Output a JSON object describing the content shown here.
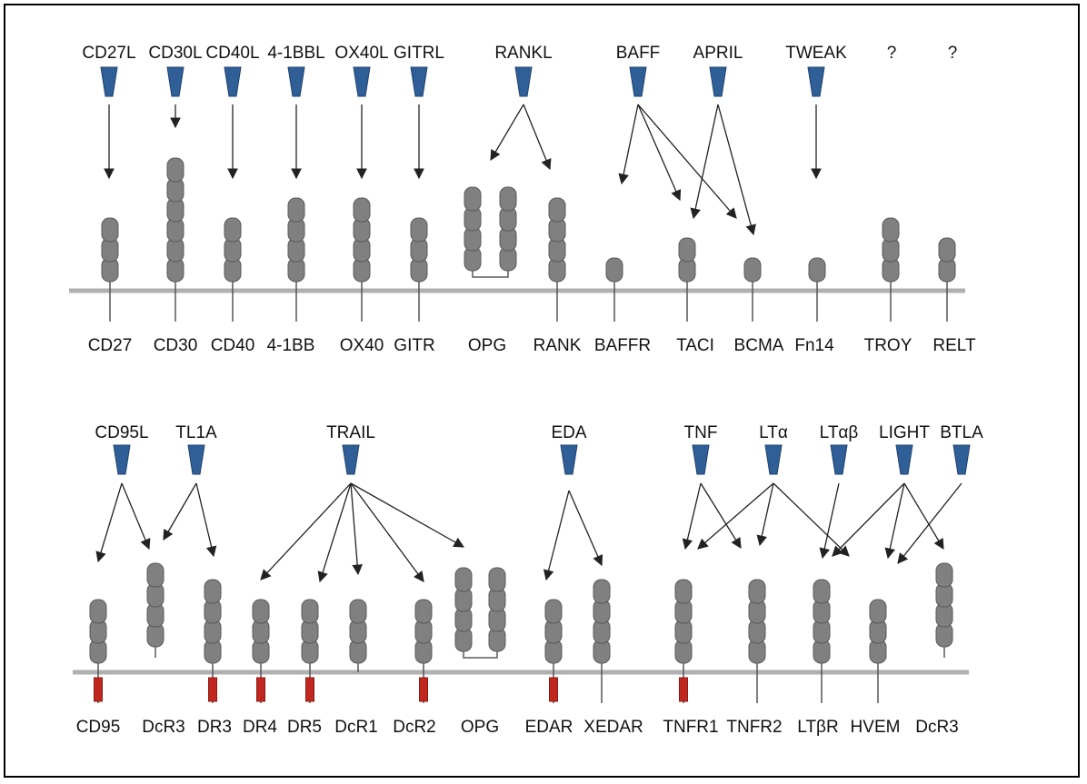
{
  "colors": {
    "ligand": "#2f5f96",
    "receptor": "#808080",
    "receptor_edge": "#5a5a5a",
    "death_domain": "#c0281f",
    "membrane": "#b0b0b0",
    "arrow": "#222222"
  },
  "panels": [
    {
      "id": "top",
      "ligands": [
        {
          "id": "cd27l",
          "label": "CD27L"
        },
        {
          "id": "cd30l",
          "label": "CD30L"
        },
        {
          "id": "cd40l",
          "label": "CD40L"
        },
        {
          "id": "4-1bbl",
          "label": "4-1BBL"
        },
        {
          "id": "ox40l",
          "label": "OX40L"
        },
        {
          "id": "gitrl",
          "label": "GITRL"
        },
        {
          "id": "rankl",
          "label": "RANKL"
        },
        {
          "id": "baff",
          "label": "BAFF"
        },
        {
          "id": "april",
          "label": "APRIL"
        },
        {
          "id": "tweak",
          "label": "TWEAK"
        },
        {
          "id": "unknown-1",
          "label": "?"
        },
        {
          "id": "unknown-2",
          "label": "?"
        }
      ],
      "receptors": [
        {
          "id": "cd27",
          "label": "CD27",
          "domains": 3,
          "death_domain": false
        },
        {
          "id": "cd30",
          "label": "CD30",
          "domains": 6,
          "death_domain": false
        },
        {
          "id": "cd40",
          "label": "CD40",
          "domains": 3,
          "death_domain": false
        },
        {
          "id": "4-1bb",
          "label": "4-1BB",
          "domains": 4,
          "death_domain": false
        },
        {
          "id": "ox40",
          "label": "OX40",
          "domains": 4,
          "death_domain": false
        },
        {
          "id": "gitr",
          "label": "GITR",
          "domains": 3,
          "death_domain": false
        },
        {
          "id": "opg",
          "label": "OPG",
          "domains": 4,
          "death_domain": false,
          "soluble_dimer": true
        },
        {
          "id": "rank",
          "label": "RANK",
          "domains": 4,
          "death_domain": false
        },
        {
          "id": "baffr",
          "label": "BAFFR",
          "domains": 1,
          "death_domain": false
        },
        {
          "id": "taci",
          "label": "TACI",
          "domains": 2,
          "death_domain": false
        },
        {
          "id": "bcma",
          "label": "BCMA",
          "domains": 1,
          "death_domain": false
        },
        {
          "id": "fn14",
          "label": "Fn14",
          "domains": 1,
          "death_domain": false
        },
        {
          "id": "troy",
          "label": "TROY",
          "domains": 3,
          "death_domain": false
        },
        {
          "id": "relt",
          "label": "RELT",
          "domains": 2,
          "death_domain": false
        }
      ]
    },
    {
      "id": "bottom",
      "ligands": [
        {
          "id": "cd95l",
          "label": "CD95L"
        },
        {
          "id": "tl1a",
          "label": "TL1A"
        },
        {
          "id": "trail",
          "label": "TRAIL"
        },
        {
          "id": "eda",
          "label": "EDA"
        },
        {
          "id": "tnf",
          "label": "TNF"
        },
        {
          "id": "lta",
          "label": "LTα"
        },
        {
          "id": "ltab",
          "label": "LTαβ"
        },
        {
          "id": "light",
          "label": "LIGHT"
        },
        {
          "id": "btla",
          "label": "BTLA"
        }
      ],
      "receptors": [
        {
          "id": "cd95",
          "label": "CD95",
          "domains": 3,
          "death_domain": true
        },
        {
          "id": "dcr3-a",
          "label": "DcR3",
          "domains": 4,
          "death_domain": false,
          "soluble": true
        },
        {
          "id": "dr3",
          "label": "DR3",
          "domains": 4,
          "death_domain": true
        },
        {
          "id": "dr4",
          "label": "DR4",
          "domains": 3,
          "death_domain": true
        },
        {
          "id": "dr5",
          "label": "DR5",
          "domains": 3,
          "death_domain": true
        },
        {
          "id": "dcr1",
          "label": "DcR1",
          "domains": 3,
          "death_domain": false,
          "gpi": true
        },
        {
          "id": "dcr2",
          "label": "DcR2",
          "domains": 3,
          "death_domain": true
        },
        {
          "id": "opg2",
          "label": "OPG",
          "domains": 4,
          "death_domain": false,
          "soluble_dimer": true
        },
        {
          "id": "edar",
          "label": "EDAR",
          "domains": 3,
          "death_domain": true
        },
        {
          "id": "xedar",
          "label": "XEDAR",
          "domains": 4,
          "death_domain": false
        },
        {
          "id": "tnfr1",
          "label": "TNFR1",
          "domains": 4,
          "death_domain": true
        },
        {
          "id": "tnfr2",
          "label": "TNFR2",
          "domains": 4,
          "death_domain": false
        },
        {
          "id": "ltbr",
          "label": "LTβR",
          "domains": 4,
          "death_domain": false
        },
        {
          "id": "hvem",
          "label": "HVEM",
          "domains": 3,
          "death_domain": false
        },
        {
          "id": "dcr3-b",
          "label": "DcR3",
          "domains": 4,
          "death_domain": false,
          "soluble": true
        }
      ]
    }
  ],
  "bindings": [
    {
      "from": "cd27l",
      "to": "cd27"
    },
    {
      "from": "cd30l",
      "to": "cd30"
    },
    {
      "from": "cd40l",
      "to": "cd40"
    },
    {
      "from": "4-1bbl",
      "to": "4-1bb"
    },
    {
      "from": "ox40l",
      "to": "ox40"
    },
    {
      "from": "gitrl",
      "to": "gitr"
    },
    {
      "from": "rankl",
      "to": "opg"
    },
    {
      "from": "rankl",
      "to": "rank"
    },
    {
      "from": "baff",
      "to": "baffr"
    },
    {
      "from": "baff",
      "to": "taci"
    },
    {
      "from": "baff",
      "to": "bcma"
    },
    {
      "from": "april",
      "to": "taci"
    },
    {
      "from": "april",
      "to": "bcma"
    },
    {
      "from": "tweak",
      "to": "fn14"
    },
    {
      "from": "cd95l",
      "to": "cd95"
    },
    {
      "from": "cd95l",
      "to": "dcr3-a"
    },
    {
      "from": "tl1a",
      "to": "dcr3-a"
    },
    {
      "from": "tl1a",
      "to": "dr3"
    },
    {
      "from": "trail",
      "to": "dr4"
    },
    {
      "from": "trail",
      "to": "dr5"
    },
    {
      "from": "trail",
      "to": "dcr1"
    },
    {
      "from": "trail",
      "to": "dcr2"
    },
    {
      "from": "trail",
      "to": "opg2"
    },
    {
      "from": "eda",
      "to": "edar"
    },
    {
      "from": "eda",
      "to": "xedar"
    },
    {
      "from": "tnf",
      "to": "tnfr1"
    },
    {
      "from": "tnf",
      "to": "tnfr2"
    },
    {
      "from": "lta",
      "to": "tnfr1"
    },
    {
      "from": "lta",
      "to": "tnfr2"
    },
    {
      "from": "lta",
      "to": "ltbr"
    },
    {
      "from": "ltab",
      "to": "ltbr"
    },
    {
      "from": "light",
      "to": "ltbr"
    },
    {
      "from": "light",
      "to": "hvem"
    },
    {
      "from": "light",
      "to": "dcr3-b"
    },
    {
      "from": "btla",
      "to": "hvem"
    }
  ]
}
